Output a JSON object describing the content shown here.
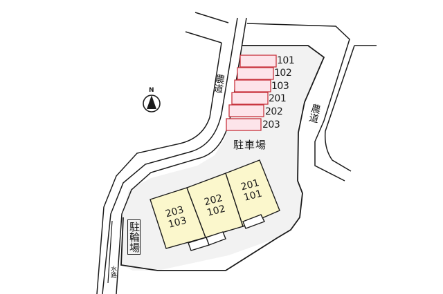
{
  "map": {
    "type": "site-layout",
    "north_label": "N",
    "colors": {
      "lot_fill": "#f2f2f2",
      "building_fill": "#fbf7cc",
      "parking_slot_fill": "#fde4ea",
      "parking_slot_stroke": "#c8323c",
      "line": "#1a1a1a"
    },
    "roads": {
      "left_farm_road": "農道",
      "right_farm_road": "農道",
      "waterway": "水路"
    },
    "areas": {
      "parking": "駐車場",
      "bicycle_parking": "駐輪場"
    },
    "parking_slots": [
      "101",
      "102",
      "103",
      "201",
      "202",
      "203"
    ],
    "building_units": [
      {
        "upper": "203",
        "lower": "103"
      },
      {
        "upper": "202",
        "lower": "102"
      },
      {
        "upper": "201",
        "lower": "101"
      }
    ]
  }
}
